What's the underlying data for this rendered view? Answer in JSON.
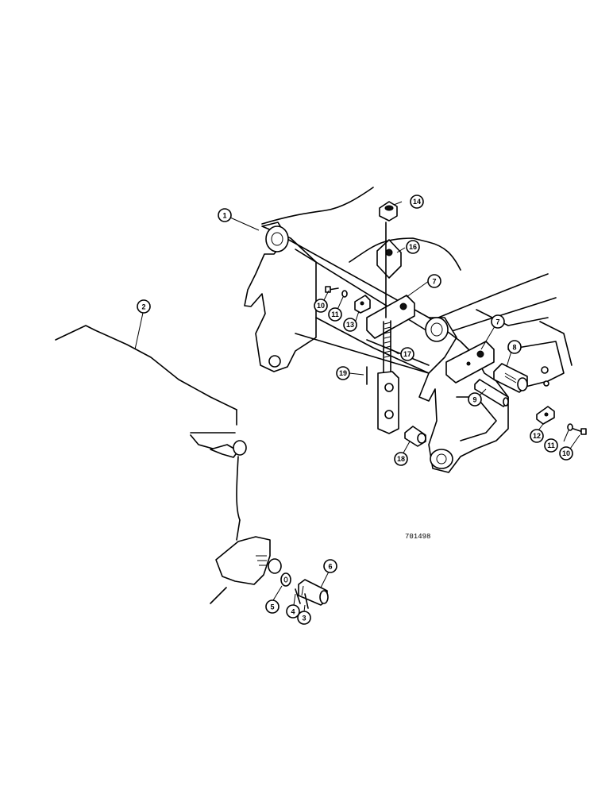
{
  "figure": {
    "reference_code": "701498",
    "callouts": [
      {
        "id": "c1",
        "label": "1"
      },
      {
        "id": "c2",
        "label": "2"
      },
      {
        "id": "c3",
        "label": "3"
      },
      {
        "id": "c4",
        "label": "4"
      },
      {
        "id": "c5",
        "label": "5"
      },
      {
        "id": "c6",
        "label": "6"
      },
      {
        "id": "c7a",
        "label": "7"
      },
      {
        "id": "c7b",
        "label": "7"
      },
      {
        "id": "c8",
        "label": "8"
      },
      {
        "id": "c9",
        "label": "9"
      },
      {
        "id": "c10a",
        "label": "10"
      },
      {
        "id": "c10b",
        "label": "10"
      },
      {
        "id": "c11a",
        "label": "11"
      },
      {
        "id": "c11b",
        "label": "11"
      },
      {
        "id": "c12",
        "label": "12"
      },
      {
        "id": "c13",
        "label": "13"
      },
      {
        "id": "c14",
        "label": "14"
      },
      {
        "id": "c16",
        "label": "16"
      },
      {
        "id": "c17",
        "label": "17"
      },
      {
        "id": "c18",
        "label": "18"
      },
      {
        "id": "c19",
        "label": "19"
      }
    ]
  }
}
